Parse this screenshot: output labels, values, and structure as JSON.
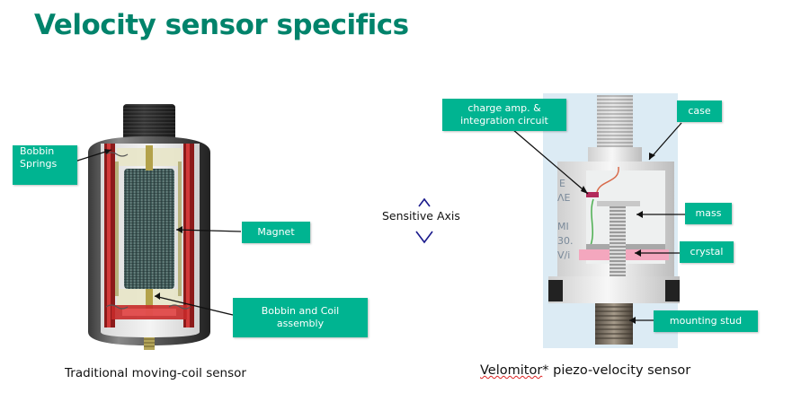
{
  "title": "Velocity sensor specifics",
  "left_caption": "Traditional moving-coil sensor",
  "right_caption_brand": "Velomitor",
  "right_caption_rest": "* piezo-velocity sensor",
  "sensitive_axis_label": "Sensitive Axis",
  "labels": {
    "bobbin_springs_1": "Bobbin",
    "bobbin_springs_2": "Springs",
    "magnet": "Magnet",
    "bobbin_coil_1": "Bobbin and Coil",
    "bobbin_coil_2": "assembly",
    "charge_amp_1": "charge amp. &",
    "charge_amp_2": "integration circuit",
    "case": "case",
    "mass": "mass",
    "crystal": "crystal",
    "mounting_stud": "mounting stud"
  },
  "colors": {
    "title": "#00836b",
    "callout": "#00b491",
    "arrow": "#1a1a8c"
  },
  "side_text": {
    "line1": "E",
    "line2": "ΛE",
    "line3": "MI",
    "line4": "30.",
    "line5": "V/i"
  }
}
